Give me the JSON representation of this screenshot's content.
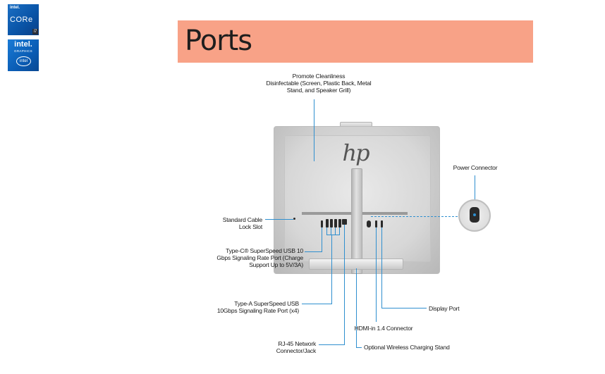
{
  "badges": {
    "core": {
      "brand": "intel.",
      "name": "CORe",
      "gen": "i7"
    },
    "graphics": {
      "brand": "intel.",
      "sub": "GRAPHICS",
      "oval": "intel"
    }
  },
  "header": {
    "title": "Ports",
    "bg_color": "#f8a287"
  },
  "callouts": {
    "cleanliness": [
      "Promote Cleanliness",
      "Disinfectable (Screen, Plastic Back, Metal",
      "Stand, and Speaker Grill)"
    ],
    "power": [
      "Power Connector"
    ],
    "cable_lock": [
      "Standard Cable",
      "Lock Slot"
    ],
    "usb_c": [
      "Type-C® SuperSpeed USB 10",
      "Gbps Signaling Rate Port (Charge",
      "Support Up to 5V/3A)"
    ],
    "usb_a": [
      "Type-A SuperSpeed USB",
      "10Gbps Signaling Rate Port (x4)"
    ],
    "display_port": [
      "Display Port"
    ],
    "hdmi": [
      "HDMI-in 1.4 Connector"
    ],
    "rj45": [
      "RJ-45 Network",
      "Connector/Jack"
    ],
    "wireless_stand": [
      "Optional Wireless Charging Stand"
    ]
  },
  "accent_color": "#2f8fcf",
  "logo": "hp"
}
